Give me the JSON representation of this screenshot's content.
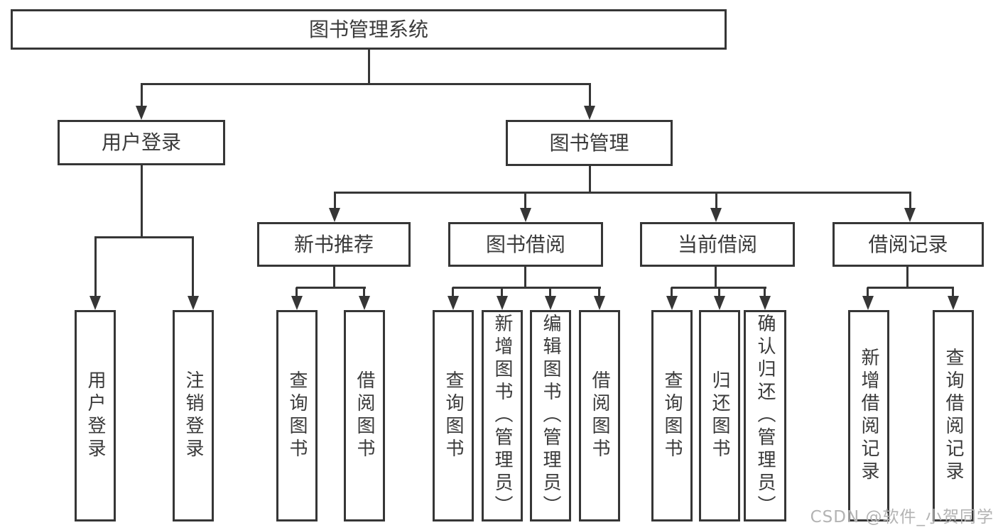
{
  "tree": {
    "label": "图书管理系统",
    "children": [
      {
        "label": "用户登录",
        "children": [
          {
            "label": "用户登录"
          },
          {
            "label": "注销登录"
          }
        ]
      },
      {
        "label": "图书管理",
        "children": [
          {
            "label": "新书推荐",
            "children": [
              {
                "label": "查询图书"
              },
              {
                "label": "借阅图书"
              }
            ]
          },
          {
            "label": "图书借阅",
            "children": [
              {
                "label": "查询图书"
              },
              {
                "label": "新增图书（管理员）"
              },
              {
                "label": "编辑图书（管理员）"
              },
              {
                "label": "借阅图书"
              }
            ]
          },
          {
            "label": "当前借阅",
            "children": [
              {
                "label": "查询图书"
              },
              {
                "label": "归还图书"
              },
              {
                "label": "确认归还（管理员）"
              }
            ]
          },
          {
            "label": "借阅记录",
            "children": [
              {
                "label": "新增借阅记录"
              },
              {
                "label": "查询借阅记录"
              }
            ]
          }
        ]
      }
    ]
  },
  "watermark": {
    "text": "CSDN @软件_小贺同学"
  },
  "colors": {
    "line": "#363636",
    "text": "#3a3a3a",
    "watermark": "#b3b3b3",
    "background": "#ffffff"
  }
}
